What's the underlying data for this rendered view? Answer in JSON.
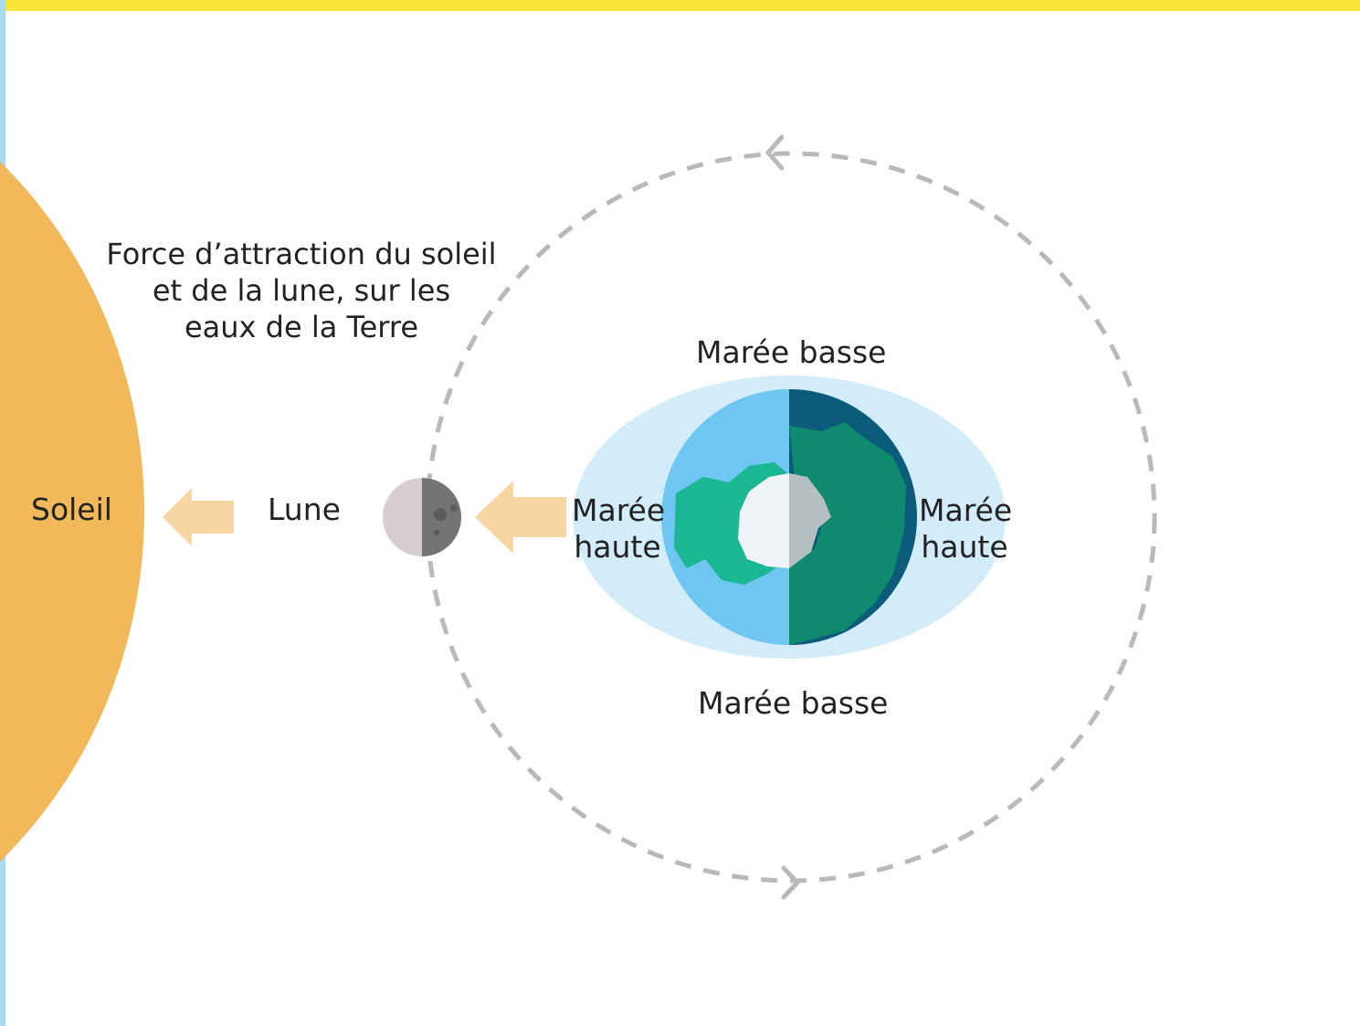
{
  "colors": {
    "frame_top": "#f7e53a",
    "frame_left": "#a9dcf2",
    "sun": "#f1b95a",
    "arrow": "#f7d6a3",
    "water_bulge": "#d3ecfa",
    "ocean_light": "#6ec6f1",
    "ocean_dark": "#0b5b7a",
    "land_light": "#1bb694",
    "land_dark": "#0f8a6f",
    "ice_light": "#eef3f5",
    "ice_dark": "#b6bfc2",
    "moon_light": "#d8cdcf",
    "moon_dark": "#767374",
    "orbit": "#b9b9b9"
  },
  "icons": {
    "sun": "sun-icon",
    "moon": "moon-icon",
    "earth": "earth-icon",
    "orbit": "orbit-arrow-icon",
    "pull_arrow": "arrow-left-icon"
  },
  "labels": {
    "caption": [
      "Force d’attraction du soleil",
      "et de la lune, sur les",
      "eaux de la Terre"
    ],
    "sun": "Soleil",
    "moon": "Lune",
    "low_tide_top": "Marée basse",
    "low_tide_bottom": "Marée basse",
    "high_tide_left": [
      "Marée",
      "haute"
    ],
    "high_tide_right": [
      "Marée",
      "haute"
    ]
  }
}
